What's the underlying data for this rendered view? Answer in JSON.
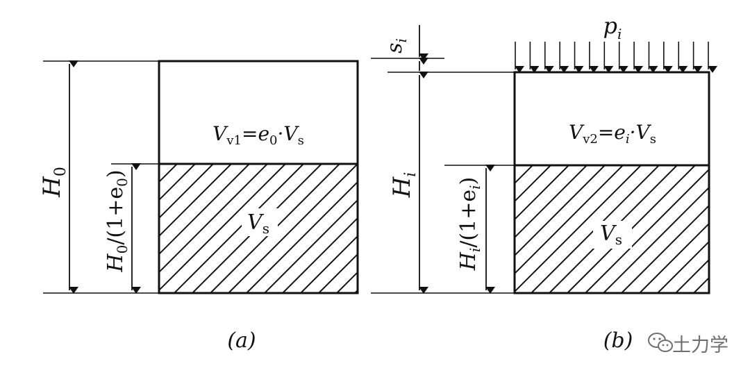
{
  "panel_a": {
    "height_label": "H",
    "height_sub": "0",
    "solid_height_label": "H",
    "solid_height_sub": "0",
    "solid_height_expr": "/(1+e",
    "solid_height_expr_sub": "0",
    "solid_height_close": ")",
    "void_volume": "V",
    "void_volume_sub": "v1",
    "void_volume_eq": "=e",
    "void_volume_eq_sub": "0",
    "void_volume_dot": "·V",
    "void_volume_dot_sub": "s",
    "solid_volume": "V",
    "solid_volume_sub": "s",
    "caption": "(a)"
  },
  "panel_b": {
    "settlement_label": "s",
    "settlement_sub": "i",
    "load_label": "p",
    "load_sub": "i",
    "height_label": "H",
    "height_sub": "i",
    "solid_height_label": "H",
    "solid_height_sub": "i",
    "solid_height_expr": "/(1+e",
    "solid_height_expr_sub": "i",
    "solid_height_close": ")",
    "void_volume": "V",
    "void_volume_sub": "v2",
    "void_volume_eq": "=e",
    "void_volume_eq_sub": "i",
    "void_volume_dot": "·V",
    "void_volume_dot_sub": "s",
    "solid_volume": "V",
    "solid_volume_sub": "s",
    "caption": "(b)"
  },
  "watermark": {
    "icon": "wechat-icon",
    "text": "土力学"
  },
  "colors": {
    "line": "#111111",
    "background": "#ffffff",
    "watermark": "#6f6f6f"
  }
}
